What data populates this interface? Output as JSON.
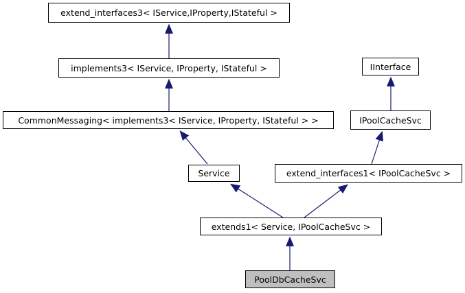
{
  "diagram": {
    "type": "class-inheritance-graph",
    "colors": {
      "arrow": "#191970",
      "border": "#000000",
      "node_fill": "#ffffff",
      "highlight_fill": "#bfbfbf",
      "text": "#000000",
      "background": "#ffffff"
    },
    "nodes": [
      {
        "id": "extend_interfaces3",
        "label": "extend_interfaces3< IService,IProperty,IStateful >",
        "highlighted": false
      },
      {
        "id": "implements3",
        "label": "implements3< IService, IProperty, IStateful >",
        "highlighted": false
      },
      {
        "id": "IInterface",
        "label": "IInterface",
        "highlighted": false
      },
      {
        "id": "CommonMessaging",
        "label": "CommonMessaging< implements3< IService, IProperty, IStateful > >",
        "highlighted": false
      },
      {
        "id": "IPoolCacheSvc",
        "label": "IPoolCacheSvc",
        "highlighted": false
      },
      {
        "id": "Service",
        "label": "Service",
        "highlighted": false
      },
      {
        "id": "extend_interfaces1",
        "label": "extend_interfaces1< IPoolCacheSvc >",
        "highlighted": false
      },
      {
        "id": "extends1",
        "label": "extends1< Service, IPoolCacheSvc >",
        "highlighted": false
      },
      {
        "id": "PoolDbCacheSvc",
        "label": "PoolDbCacheSvc",
        "highlighted": true
      }
    ],
    "edges": [
      {
        "from": "implements3",
        "to": "extend_interfaces3"
      },
      {
        "from": "CommonMessaging",
        "to": "implements3"
      },
      {
        "from": "Service",
        "to": "CommonMessaging"
      },
      {
        "from": "IPoolCacheSvc",
        "to": "IInterface"
      },
      {
        "from": "extend_interfaces1",
        "to": "IPoolCacheSvc"
      },
      {
        "from": "extends1",
        "to": "Service"
      },
      {
        "from": "extends1",
        "to": "extend_interfaces1"
      },
      {
        "from": "PoolDbCacheSvc",
        "to": "extends1"
      }
    ]
  }
}
